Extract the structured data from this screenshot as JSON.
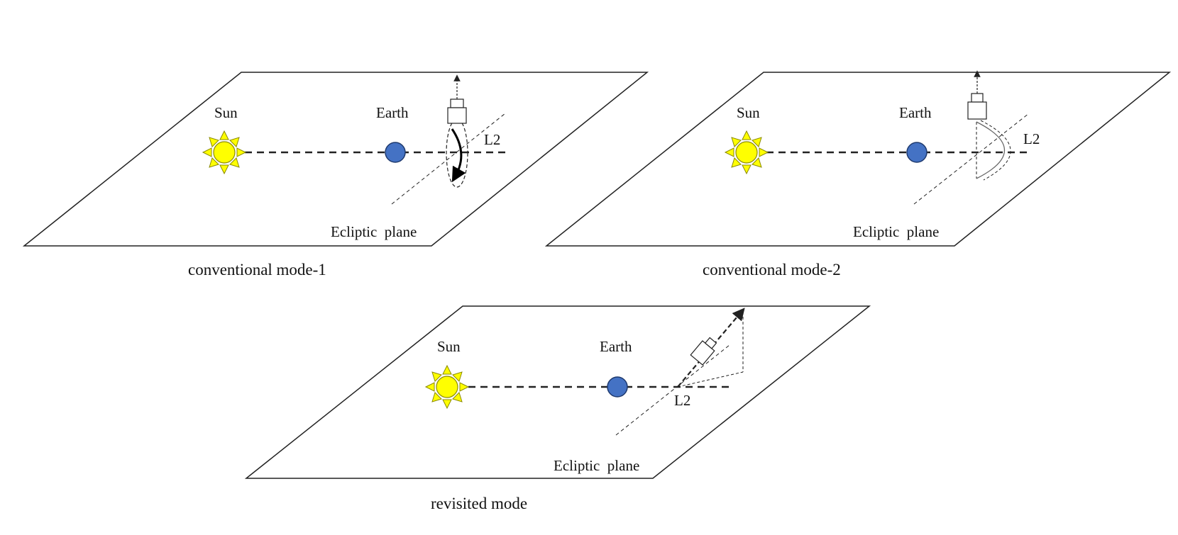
{
  "colors": {
    "sun": "#ffff00",
    "sun_stroke": "#8a8a00",
    "earth": "#4472c4",
    "earth_stroke": "#1f3a6e",
    "line": "#222222"
  },
  "panels": [
    {
      "id": "mode1",
      "sun_label": "Sun",
      "earth_label": "Earth",
      "l2_label": "L2",
      "plane_label": "Ecliptic  plane",
      "caption": "conventional mode-1"
    },
    {
      "id": "mode2",
      "sun_label": "Sun",
      "earth_label": "Earth",
      "l2_label": "L2",
      "plane_label": "Ecliptic  plane",
      "caption": "conventional mode-2"
    },
    {
      "id": "revisited",
      "sun_label": "Sun",
      "earth_label": "Earth",
      "l2_label": "L2",
      "plane_label": "Ecliptic  plane",
      "caption": "revisited mode"
    }
  ]
}
